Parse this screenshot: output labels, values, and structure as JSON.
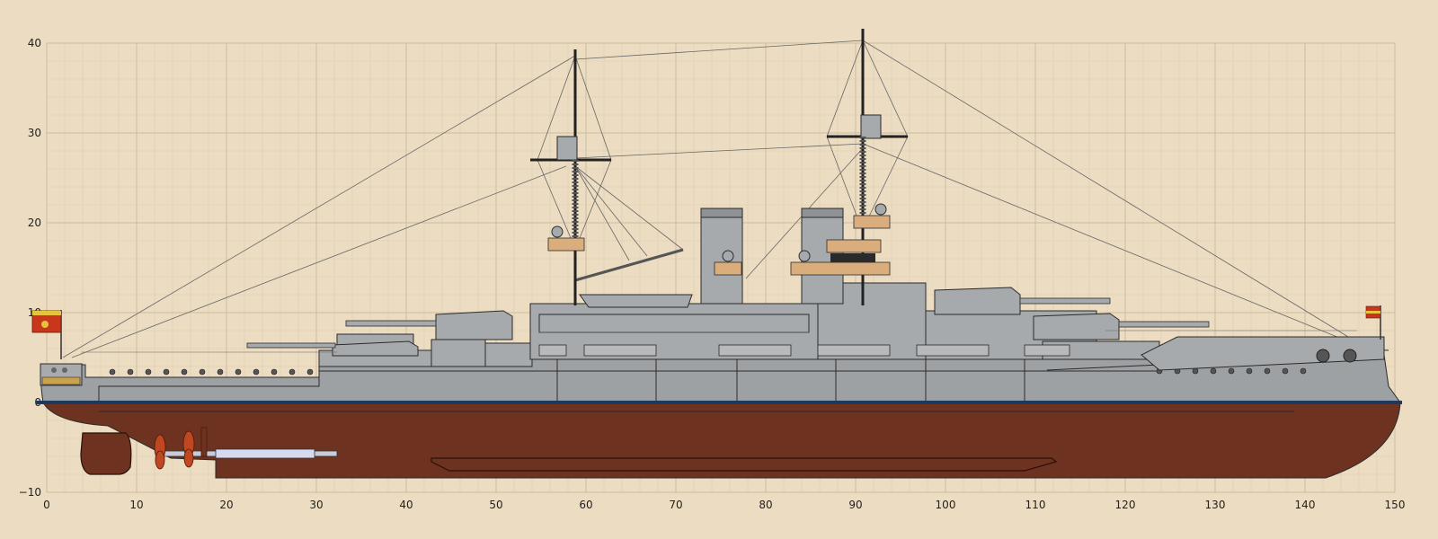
{
  "axes": {
    "x_ticks": [
      "0",
      "10",
      "20",
      "30",
      "40",
      "50",
      "60",
      "70",
      "80",
      "90",
      "100",
      "110",
      "120",
      "130",
      "140",
      "150"
    ],
    "y_ticks": [
      "40",
      "30",
      "20",
      "10",
      "0",
      "−10"
    ]
  },
  "colors": {
    "background": "#ebdcc2",
    "grid_minor": "#dccdb2",
    "grid_major": "#cdbc9f",
    "hull_gray": "#9ea1a4",
    "superstructure_gray": "#a7aaad",
    "outline": "#2b2b2b",
    "waterline": "#1c3a60",
    "lower_hull": "#6e3220",
    "propeller": "#c0471f",
    "flag_red": "#c8361c",
    "flag_yellow": "#e8c23a",
    "wood": "#d9ad7c"
  },
  "icons": {
    "stern_flag": "flag-icon",
    "bow_jack": "flag-icon",
    "mast_fore": "mast",
    "mast_main": "mast",
    "funnel_fore": "funnel",
    "funnel_aft": "funnel",
    "propeller": "propeller",
    "rudder": "rudder",
    "anchor": "anchor"
  }
}
